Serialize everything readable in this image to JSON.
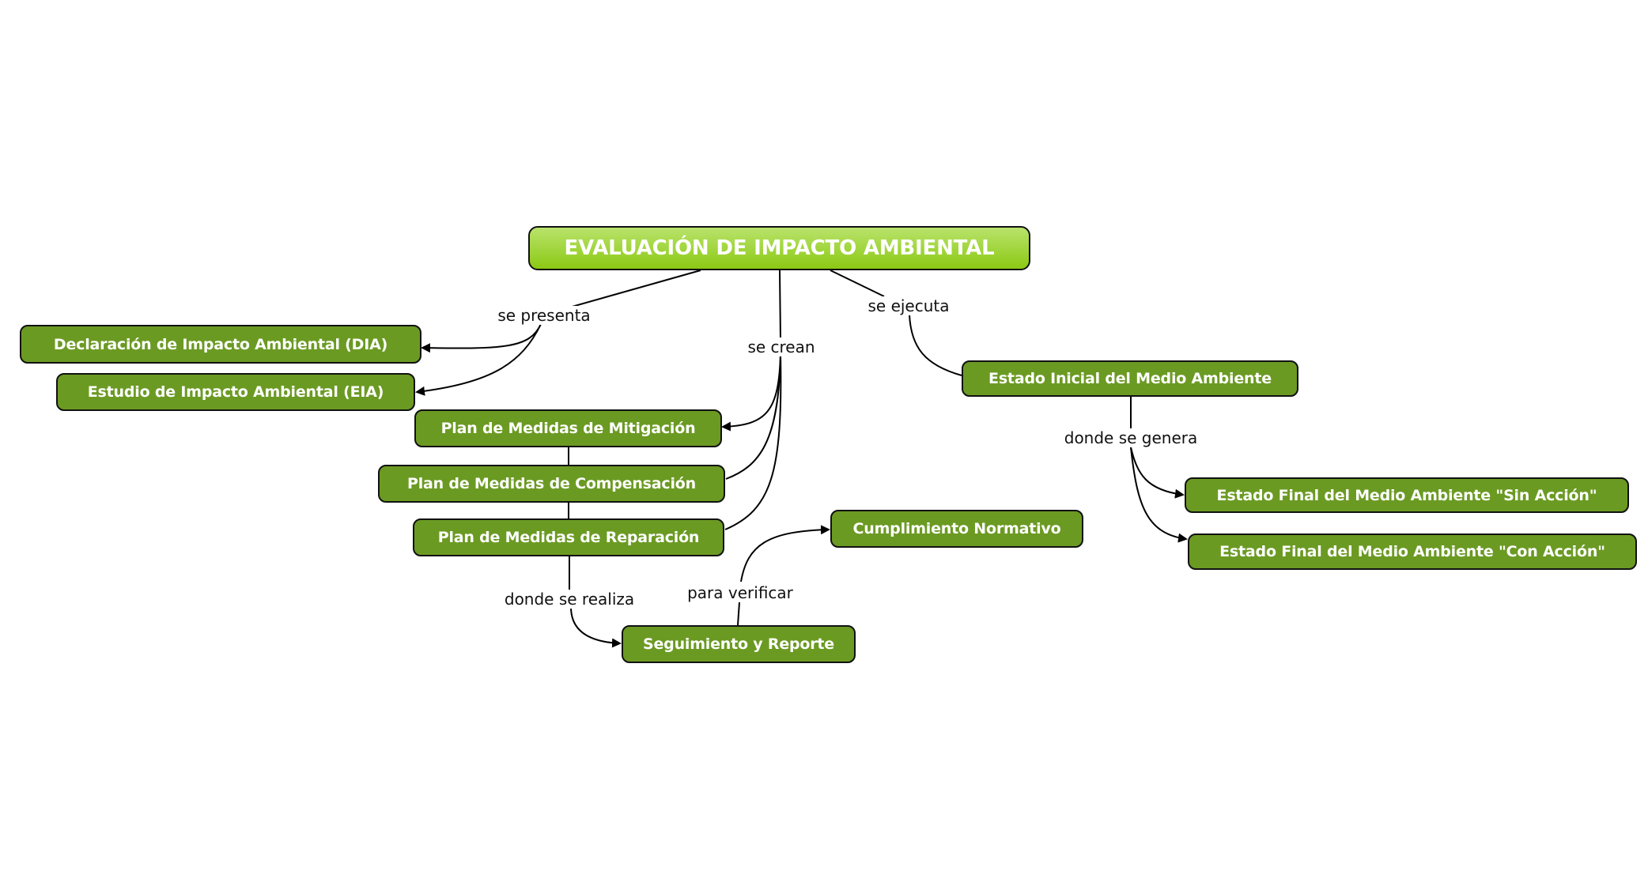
{
  "root": "EVALUACIÓN DE IMPACTO AMBIENTAL",
  "nodes": {
    "dia": "Declaración de Impacto Ambiental (DIA)",
    "eia": "Estudio de Impacto Ambiental (EIA)",
    "mitigacion": "Plan de Medidas de Mitigación",
    "compensacion": "Plan de Medidas de Compensación",
    "reparacion": "Plan de Medidas de Reparación",
    "seguimiento": "Seguimiento y Reporte",
    "cumplimiento": "Cumplimiento Normativo",
    "estado_inicial": "Estado Inicial del Medio Ambiente",
    "sin_accion": "Estado Final del Medio Ambiente \"Sin Acción\"",
    "con_accion": "Estado Final del Medio Ambiente \"Con Acción\""
  },
  "links": {
    "se_presenta": "se presenta",
    "se_crean": "se crean",
    "se_ejecuta": "se ejecuta",
    "donde_se_genera": "donde se genera",
    "donde_se_realiza": "donde se realiza",
    "para_verificar": "para verificar"
  },
  "colors": {
    "node": "#6b9a23",
    "root_top": "#b9e36b",
    "root_bottom": "#8cc914"
  }
}
